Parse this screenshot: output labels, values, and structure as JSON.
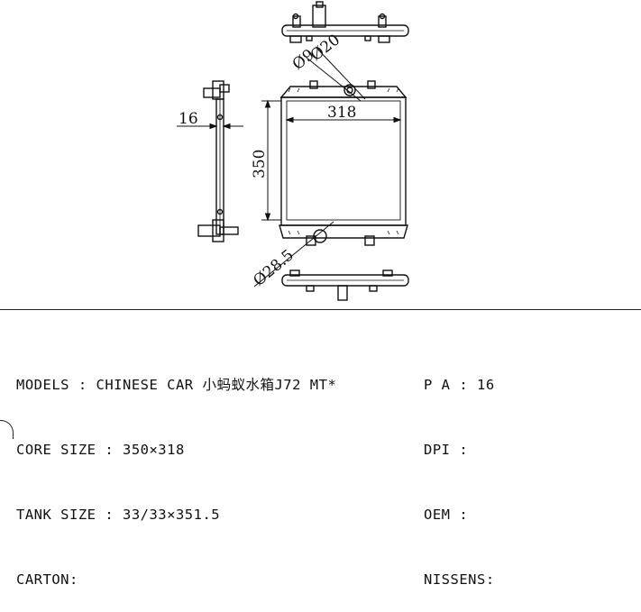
{
  "drawing": {
    "dimensions": {
      "top_pipe_outer": "Ø20",
      "top_pipe_inner": "Ø9",
      "core_width": "318",
      "core_height": "350",
      "tank_thickness": "16",
      "bottom_pipe": "Ø28.5"
    }
  },
  "specs": {
    "models": "MODELS : CHINESE CAR 小蚂蚁水箱J72 MT*",
    "core_size": "CORE SIZE : 350×318",
    "tank_size": "TANK SIZE : 33/33×351.5",
    "carton": "CARTON:",
    "pa": "P A : 16",
    "dpi": "DPI :",
    "oem": "OEM :",
    "nissens": "NISSENS:"
  }
}
